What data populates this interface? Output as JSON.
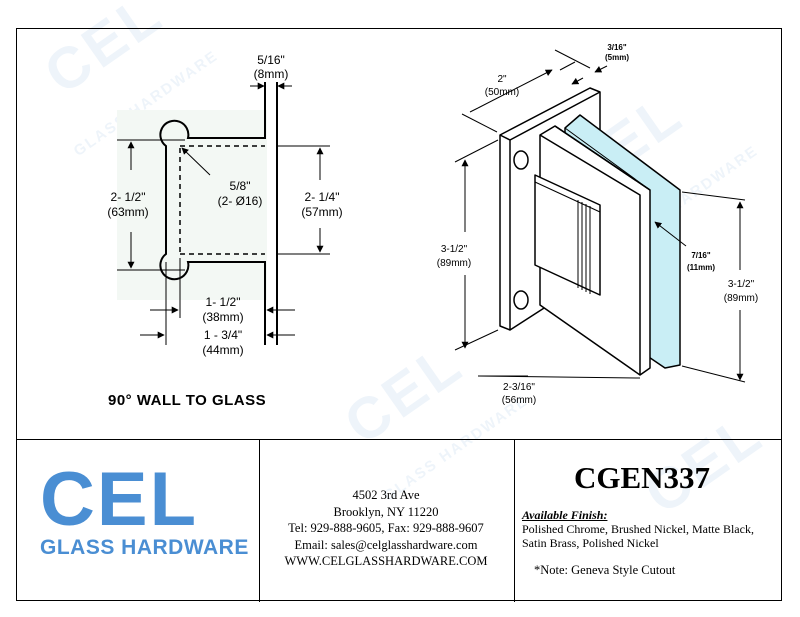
{
  "watermark": {
    "brand": "CEL",
    "tagline": "GLASS HARDWARE"
  },
  "drawing_left": {
    "title": "90° WALL TO GLASS",
    "dims": {
      "thickness": "5/16\"",
      "thickness_mm": "(8mm)",
      "height_outer": "2- 1/2\"",
      "height_outer_mm": "(63mm)",
      "hole": "5/8\"",
      "hole_count": "(2- Ø16)",
      "height_inner": "2- 1/4\"",
      "height_inner_mm": "(57mm)",
      "depth_a": "1- 1/2\"",
      "depth_a_mm": "(38mm)",
      "depth_b": "1 - 3/4\"",
      "depth_b_mm": "(44mm)"
    }
  },
  "drawing_right": {
    "dims": {
      "glass_thick": "3/16\"",
      "glass_thick_mm": "(5mm)",
      "width": "2\"",
      "width_mm": "(50mm)",
      "height_left": "3-1/2\"",
      "height_left_mm": "(89mm)",
      "gap": "7/16\"",
      "gap_mm": "(11mm)",
      "height_right": "3-1/2\"",
      "height_right_mm": "(89mm)",
      "depth": "2-3/16\"",
      "depth_mm": "(56mm)"
    }
  },
  "logo": {
    "brand": "CEL",
    "subtitle": "GLASS HARDWARE",
    "color": "#4a8ed3"
  },
  "contact": {
    "street": "4502 3rd Ave",
    "city": "Brooklyn, NY 11220",
    "phone": "Tel: 929-888-9605, Fax: 929-888-9607",
    "email": "Email: sales@celglasshardware.com",
    "web": "WWW.CELGLASSHARDWARE.COM"
  },
  "product": {
    "code": "CGEN337",
    "finish_heading": "Available Finish:",
    "finish_line1": "Polished Chrome, Brushed Nickel, Matte Black,",
    "finish_line2": "Satin Brass, Polished Nickel",
    "note": "*Note:  Geneva  Style Cutout"
  },
  "colors": {
    "glass": "#c9eef5",
    "accent": "#4a8ed3"
  }
}
